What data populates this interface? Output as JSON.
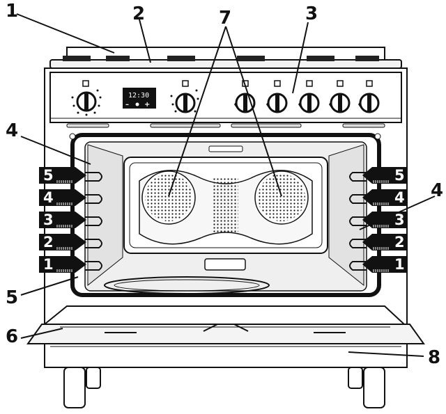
{
  "callouts": [
    "1",
    "2",
    "3",
    "4",
    "4",
    "5",
    "6",
    "7",
    "8"
  ],
  "shelf_levels": [
    "5",
    "4",
    "3",
    "2",
    "1"
  ],
  "clock_display": {
    "time": "12:30",
    "minus": "–",
    "plus": "+"
  },
  "colors": {
    "line": "#111111",
    "background": "#ffffff",
    "cavity_gray": "#e6e6e6",
    "hob_gray": "#cfcfcf",
    "shelf_arrow": "#111111",
    "shelf_text": "#ffffff"
  }
}
